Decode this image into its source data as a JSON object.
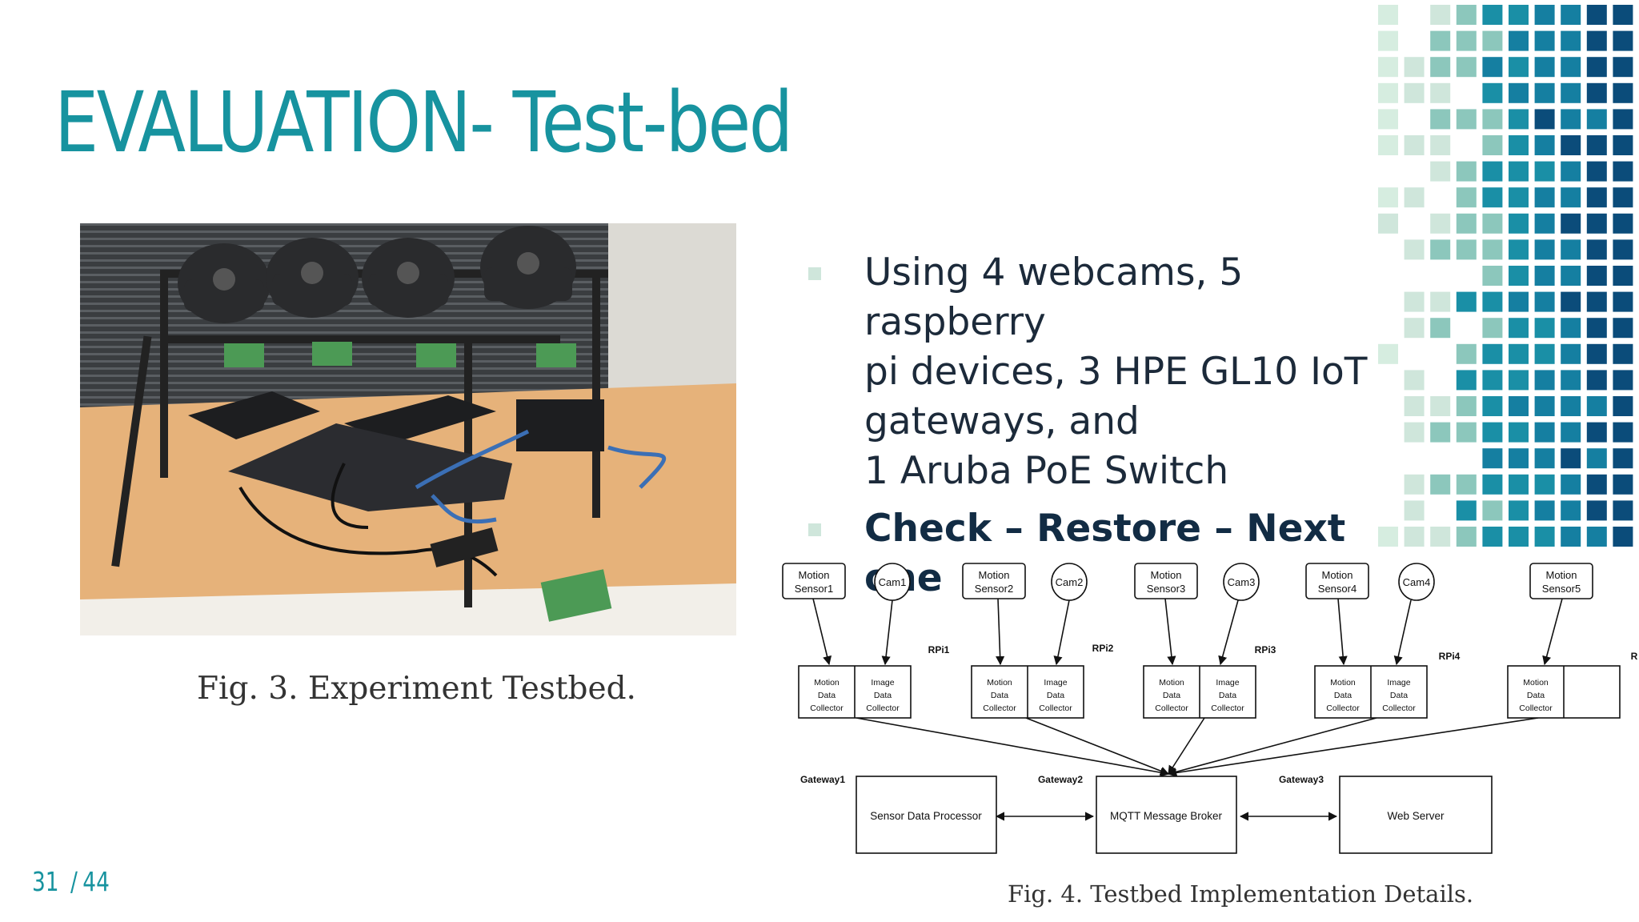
{
  "slide": {
    "title": "EVALUATION- Test-bed",
    "page": {
      "current": "31",
      "separator": "/",
      "total": "44"
    },
    "colors": {
      "title": "#17939f",
      "bullet_text": "#1c2a3a",
      "bullet_mark": "#cfe6db",
      "mosaic_dark": "#0b4c7a",
      "mosaic_mid": "#1a8fa6",
      "mosaic_light": "#d6ede0"
    }
  },
  "figures": {
    "photo": {
      "caption": "Fig. 3.  Experiment Testbed."
    },
    "diagram": {
      "caption": "Fig. 4.  Testbed Implementation Details."
    }
  },
  "bullets": [
    {
      "text": "Using 4 webcams, 5 raspberry pi devices, 3 HPE GL10 IoT gateways, and 1 Aruba PoE Switch",
      "lines": [
        "Using 4 webcams, 5 raspberry",
        "pi devices, 3 HPE GL10 IoT",
        "gateways, and",
        "1 Aruba PoE Switch"
      ],
      "bold": false
    },
    {
      "text": "Check – Restore – Next one",
      "lines": [
        "Check – Restore – Next one"
      ],
      "bold": true
    }
  ],
  "diagram": {
    "sensors": [
      {
        "line1": "Motion",
        "line2": "Sensor1"
      },
      {
        "line1": "Motion",
        "line2": "Sensor2"
      },
      {
        "line1": "Motion",
        "line2": "Sensor3"
      },
      {
        "line1": "Motion",
        "line2": "Sensor4"
      },
      {
        "line1": "Motion",
        "line2": "Sensor5"
      }
    ],
    "cams": [
      "Cam1",
      "Cam2",
      "Cam3",
      "Cam4"
    ],
    "rpi_labels": [
      "RPi1",
      "RPi2",
      "RPi3",
      "RPi4",
      "R"
    ],
    "collectors": {
      "motion": [
        "Motion",
        "Data",
        "Collector"
      ],
      "image": [
        "Image",
        "Data",
        "Collector"
      ]
    },
    "gateways": [
      {
        "label": "Gateway1",
        "box": "Sensor Data Processor"
      },
      {
        "label": "Gateway2",
        "box": "MQTT Message Broker"
      },
      {
        "label": "Gateway3",
        "box": "Web Server"
      }
    ]
  }
}
